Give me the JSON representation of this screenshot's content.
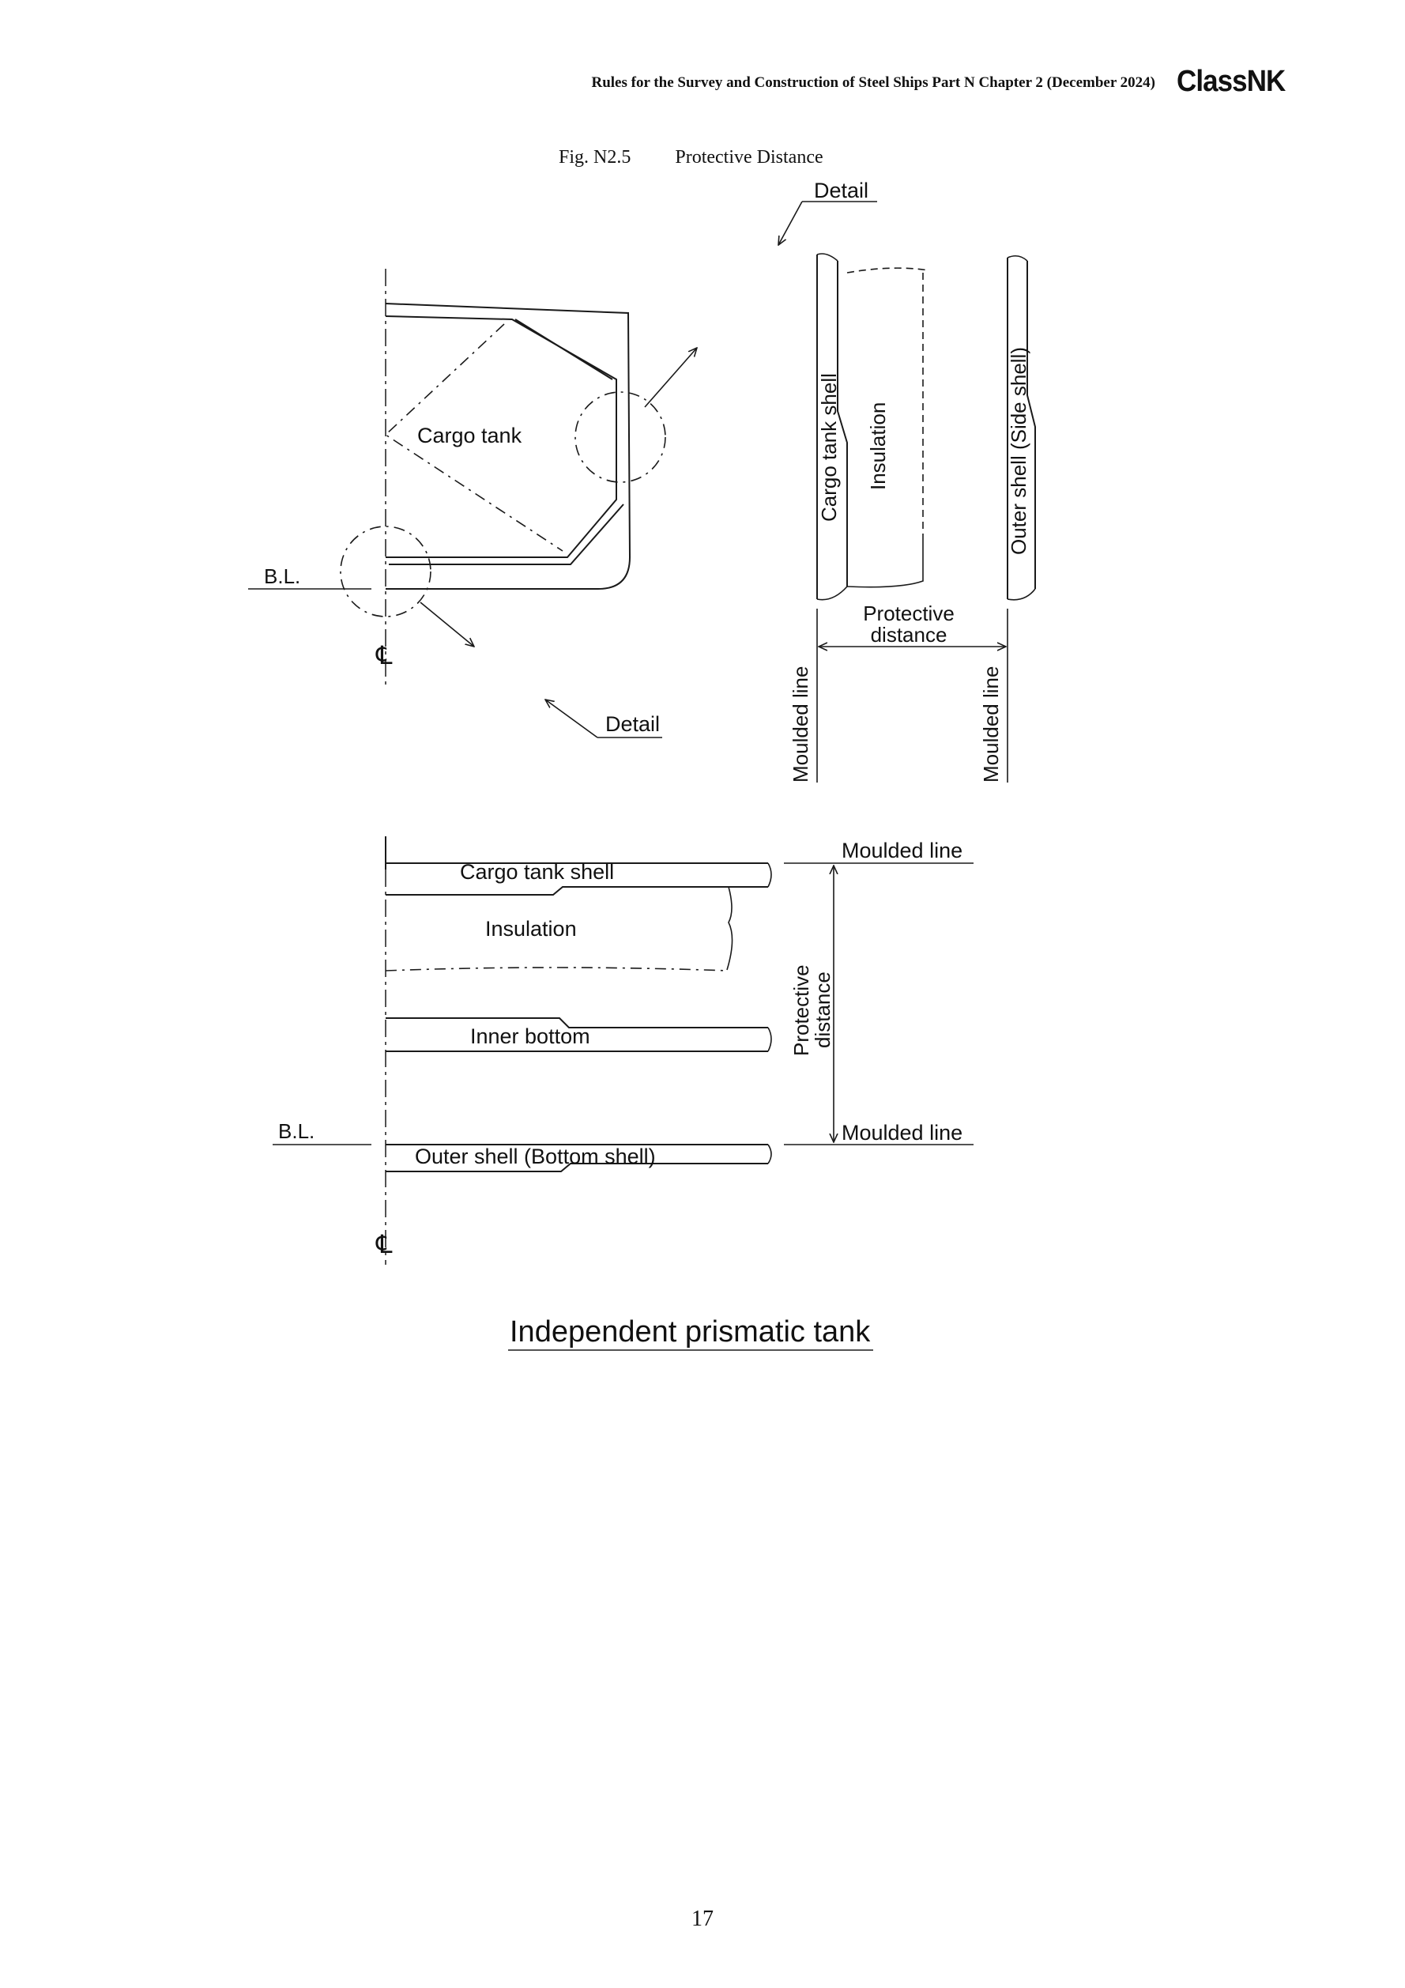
{
  "header": {
    "running_title": "Rules for the Survey and Construction of Steel Ships Part N Chapter 2 (December 2024)",
    "logo_text": "ClassNK"
  },
  "figure": {
    "number": "Fig. N2.5",
    "title": "Protective Distance",
    "labels": {
      "cargo_tank": "Cargo tank",
      "bl": "B.L.",
      "centerline": "℄",
      "detail": "Detail",
      "cargo_tank_shell": "Cargo tank shell",
      "insulation": "Insulation",
      "outer_shell_side": "Outer shell (Side shell)",
      "protective_distance_line1": "Protective",
      "protective_distance_line2": "distance",
      "moulded_line": "Moulded line",
      "inner_bottom": "Inner bottom",
      "outer_shell_bottom": "Outer shell (Bottom shell)"
    },
    "subtitle": "Independent prismatic tank"
  },
  "footer": {
    "page_number": "17"
  }
}
